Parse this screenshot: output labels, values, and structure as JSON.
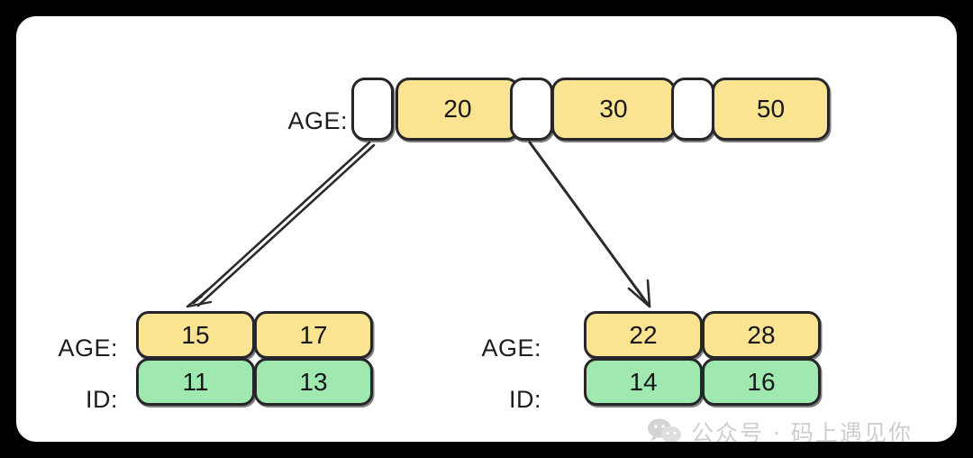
{
  "canvas": {
    "background": "#ffffff",
    "outer_background": "#000000"
  },
  "colors": {
    "key_fill": "#fae391",
    "id_fill": "#9fe9b0",
    "pointer_fill": "#ffffff",
    "stroke": "#26262a",
    "text": "#17171a",
    "watermark": "#8d8d8d"
  },
  "root_node": {
    "label": "AGE:",
    "cells": [
      {
        "type": "pointer",
        "value": ""
      },
      {
        "type": "key",
        "value": "20"
      },
      {
        "type": "pointer",
        "value": ""
      },
      {
        "type": "key",
        "value": "30"
      },
      {
        "type": "pointer",
        "value": ""
      },
      {
        "type": "key",
        "value": "50"
      }
    ]
  },
  "left_leaf": {
    "age_label": "AGE:",
    "id_label": "ID:",
    "ages": [
      "15",
      "17"
    ],
    "ids": [
      "11",
      "13"
    ]
  },
  "right_leaf": {
    "age_label": "AGE:",
    "id_label": "ID:",
    "ages": [
      "22",
      "28"
    ],
    "ids": [
      "14",
      "16"
    ]
  },
  "arrows": [
    {
      "name": "root-to-left-leaf",
      "from": "pointer-0",
      "to": "left-leaf"
    },
    {
      "name": "root-to-right-leaf",
      "from": "pointer-2",
      "to": "right-leaf"
    }
  ],
  "watermark": {
    "icon": "wechat-icon",
    "text": "公众号 · 码上遇见你"
  }
}
